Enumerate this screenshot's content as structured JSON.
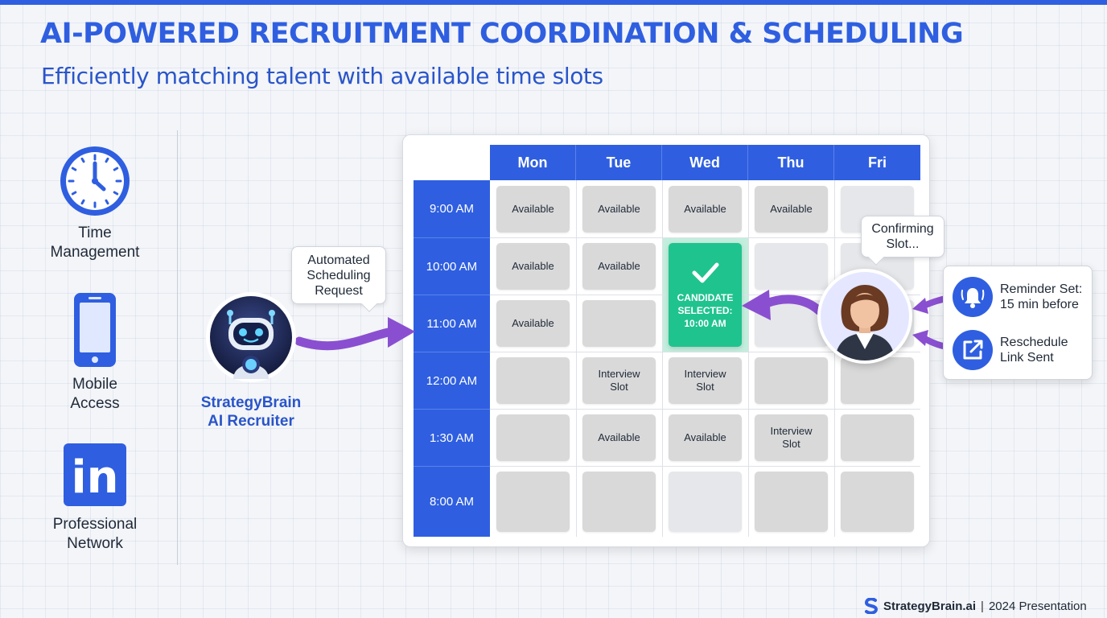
{
  "header": {
    "title": "AI-POWERED RECRUITMENT COORDINATION & SCHEDULING",
    "subtitle": "Efficiently matching talent with available time slots"
  },
  "features": [
    {
      "label_line1": "Time",
      "label_line2": "Management",
      "icon": "clock-icon"
    },
    {
      "label_line1": "Mobile",
      "label_line2": "Access",
      "icon": "smartphone-icon"
    },
    {
      "label_line1": "Professional",
      "label_line2": "Network",
      "icon": "linkedin-icon",
      "icon_text": "in"
    }
  ],
  "recruiter": {
    "name_line1": "StrategyBrain",
    "name_line2": "AI Recruiter",
    "bubble_line1": "Automated",
    "bubble_line2": "Scheduling",
    "bubble_line3": "Request"
  },
  "calendar": {
    "days": [
      "Mon",
      "Tue",
      "Wed",
      "Thu",
      "Fri"
    ],
    "times": [
      "9:00 AM",
      "10:00 AM",
      "11:00 AM",
      "12:00 AM",
      "1:30 AM",
      "8:00 AM"
    ],
    "rows": [
      [
        {
          "l1": "Available",
          "l2": ""
        },
        {
          "l1": "Available",
          "l2": ""
        },
        {
          "l1": "Available",
          "l2": ""
        },
        {
          "l1": "Available",
          "l2": ""
        },
        {
          "l1": "",
          "l2": ""
        }
      ],
      [
        {
          "l1": "Available",
          "l2": ""
        },
        {
          "l1": "Available",
          "l2": ""
        },
        {
          "l1": "",
          "l2": ""
        },
        {
          "l1": "",
          "l2": ""
        },
        {
          "l1": "",
          "l2": ""
        }
      ],
      [
        {
          "l1": "Available",
          "l2": ""
        },
        {
          "l1": "",
          "l2": ""
        },
        {
          "l1": "",
          "l2": ""
        },
        {
          "l1": "",
          "l2": ""
        },
        {
          "l1": "",
          "l2": ""
        }
      ],
      [
        {
          "l1": "",
          "l2": ""
        },
        {
          "l1": "Interview",
          "l2": "Slot"
        },
        {
          "l1": "Interview",
          "l2": "Slot"
        },
        {
          "l1": "",
          "l2": ""
        },
        {
          "l1": "",
          "l2": ""
        }
      ],
      [
        {
          "l1": "",
          "l2": ""
        },
        {
          "l1": "Available",
          "l2": ""
        },
        {
          "l1": "Available",
          "l2": ""
        },
        {
          "l1": "Interview",
          "l2": "Slot"
        },
        {
          "l1": "",
          "l2": ""
        }
      ],
      [
        {
          "l1": "",
          "l2": ""
        },
        {
          "l1": "",
          "l2": ""
        },
        {
          "l1": "",
          "l2": ""
        },
        {
          "l1": "",
          "l2": ""
        },
        {
          "l1": "",
          "l2": ""
        }
      ]
    ],
    "selected": {
      "line1": "CANDIDATE",
      "line2": "SELECTED:",
      "line3": "10:00 AM"
    }
  },
  "candidate": {
    "bubble_line1": "Confirming",
    "bubble_line2": "Slot..."
  },
  "notifications": [
    {
      "line1": "Reminder Set:",
      "line2": "15 min before",
      "icon": "bell-icon"
    },
    {
      "line1": "Reschedule",
      "line2": "Link Sent",
      "icon": "external-link-icon"
    }
  ],
  "footer": {
    "brand": "StrategyBrain.ai",
    "separator": "|",
    "note": "2024 Presentation"
  },
  "colors": {
    "primary_blue": "#2f5fe0",
    "selected_green": "#1fc38e",
    "arrow_purple": "#8a4fd0",
    "slot_gray": "#d9d9d9"
  }
}
